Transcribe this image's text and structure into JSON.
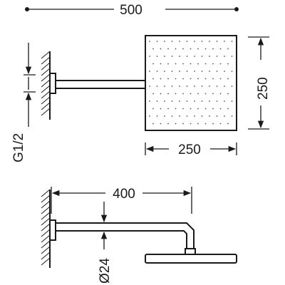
{
  "dimensions": {
    "total_width": "500",
    "plate_height": "250",
    "plate_width": "250",
    "arm_length": "400",
    "arm_diameter": "Ø24",
    "thread": "G1/2"
  }
}
